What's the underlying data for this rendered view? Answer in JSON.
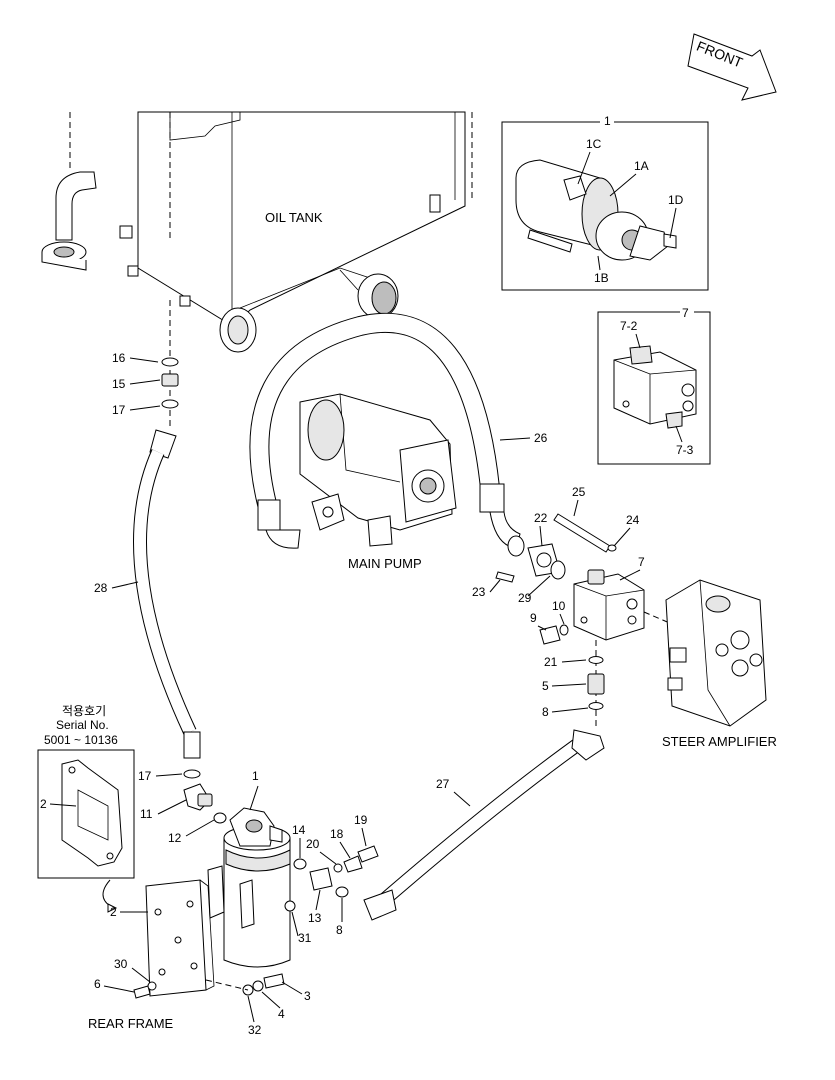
{
  "front_label": "FRONT",
  "components": {
    "oil_tank": "OIL TANK",
    "main_pump": "MAIN PUMP",
    "steer_amplifier": "STEER AMPLIFIER",
    "rear_frame": "REAR FRAME"
  },
  "serial_note": {
    "line1": "적용호기",
    "line2": "Serial No.",
    "line3": "5001 ~ 10136"
  },
  "callouts": {
    "c1_top": "1",
    "c1C": "1C",
    "c1A": "1A",
    "c1D": "1D",
    "c1B": "1B",
    "c7_box": "7",
    "c7_2": "7-2",
    "c7_3": "7-3",
    "c16": "16",
    "c15": "15",
    "c17a": "17",
    "c26": "26",
    "c25": "25",
    "c24": "24",
    "c22": "22",
    "c7_valve": "7",
    "c23": "23",
    "c29": "29",
    "c9": "9",
    "c10": "10",
    "c21": "21",
    "c5": "5",
    "c8a": "8",
    "c28": "28",
    "c27": "27",
    "c2_inset": "2",
    "c17b": "17",
    "c11": "11",
    "c12": "12",
    "c1_filter": "1",
    "c14": "14",
    "c20": "20",
    "c18": "18",
    "c19": "19",
    "c13": "13",
    "c8b": "8",
    "c31": "31",
    "c2_plate": "2",
    "c30": "30",
    "c6": "6",
    "c3": "3",
    "c4": "4",
    "c32": "32"
  }
}
